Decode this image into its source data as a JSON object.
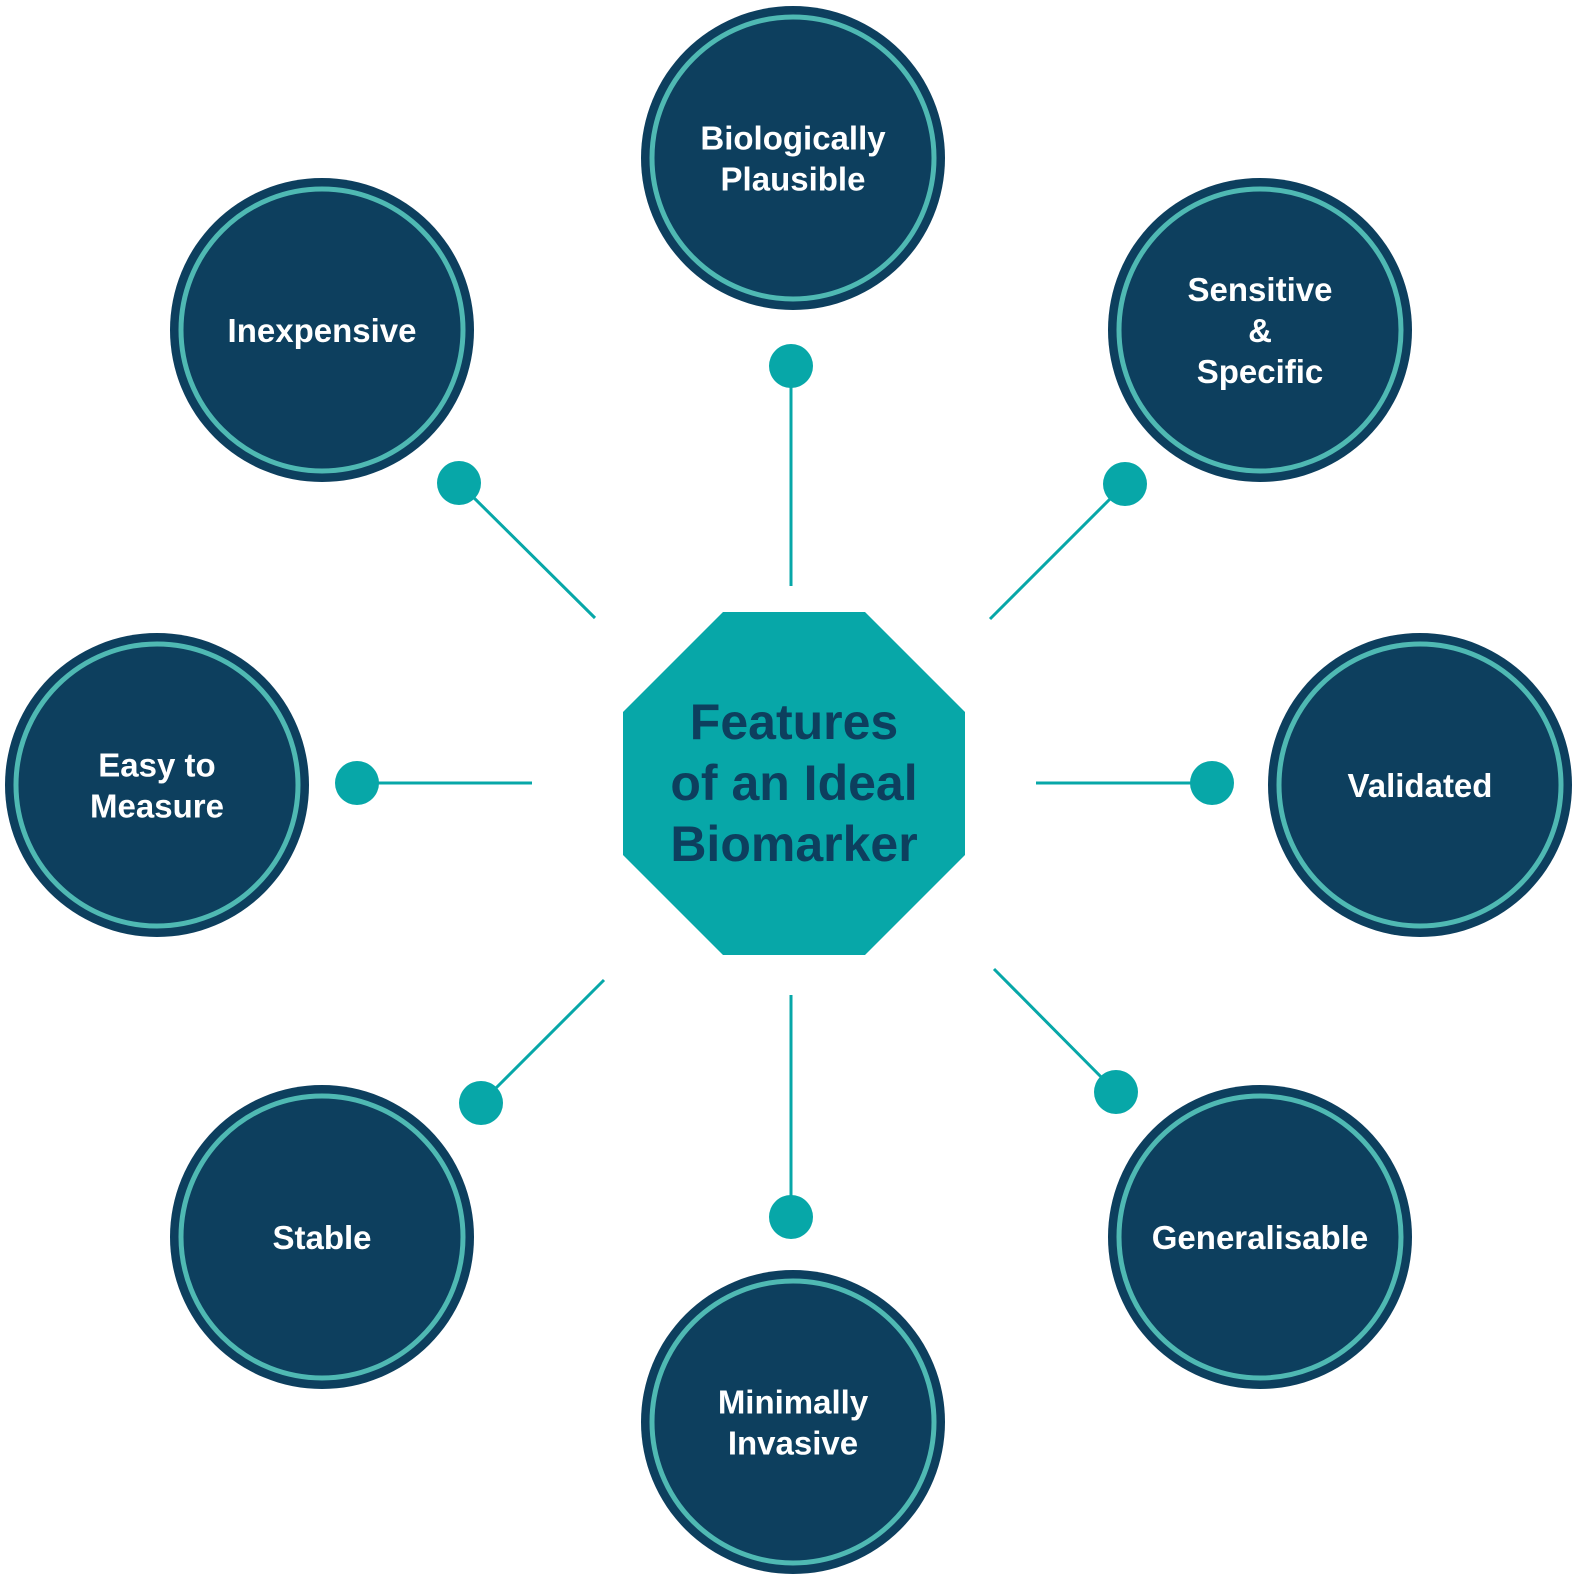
{
  "colors": {
    "background": "#ffffff",
    "node_fill": "#0d3f5e",
    "node_ring": "#4fb9b3",
    "connector": "#07a7a8",
    "center_fill": "#07a7a8",
    "center_text": "#0d3f5e",
    "node_text": "#ffffff"
  },
  "center": {
    "lines": [
      "Features",
      "of an Ideal",
      "Biomarker"
    ]
  },
  "features": [
    {
      "id": "biologically-plausible",
      "lines": [
        "Biologically",
        "Plausible"
      ]
    },
    {
      "id": "sensitive-specific",
      "lines": [
        "Sensitive",
        "&",
        "Specific"
      ]
    },
    {
      "id": "validated",
      "lines": [
        "Validated"
      ]
    },
    {
      "id": "generalisable",
      "lines": [
        "Generalisable"
      ]
    },
    {
      "id": "minimally-invasive",
      "lines": [
        "Minimally",
        "Invasive"
      ]
    },
    {
      "id": "stable",
      "lines": [
        "Stable"
      ]
    },
    {
      "id": "easy-to-measure",
      "lines": [
        "Easy to",
        "Measure"
      ]
    },
    {
      "id": "inexpensive",
      "lines": [
        "Inexpensive"
      ]
    }
  ]
}
